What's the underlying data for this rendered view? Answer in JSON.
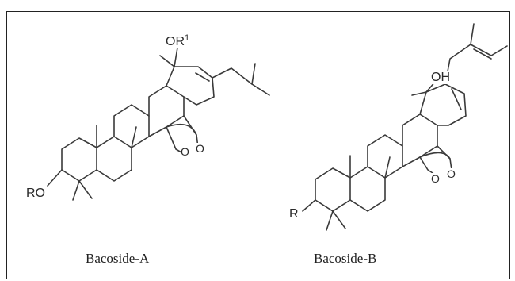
{
  "structures": [
    {
      "name": "Bacoside-A",
      "atom_labels": {
        "substituent_top": "OR",
        "substituent_top_sup": "1",
        "substituent_left": "RO",
        "peroxide_o1": "O",
        "peroxide_o2": "O"
      }
    },
    {
      "name": "Bacoside-B",
      "atom_labels": {
        "substituent_top": "OH",
        "substituent_left": "R",
        "peroxide_o1": "O",
        "peroxide_o2": "O"
      }
    }
  ],
  "colors": {
    "bond": "#3a3a3a",
    "text": "#222222",
    "border": "#222222",
    "background": "#ffffff"
  }
}
